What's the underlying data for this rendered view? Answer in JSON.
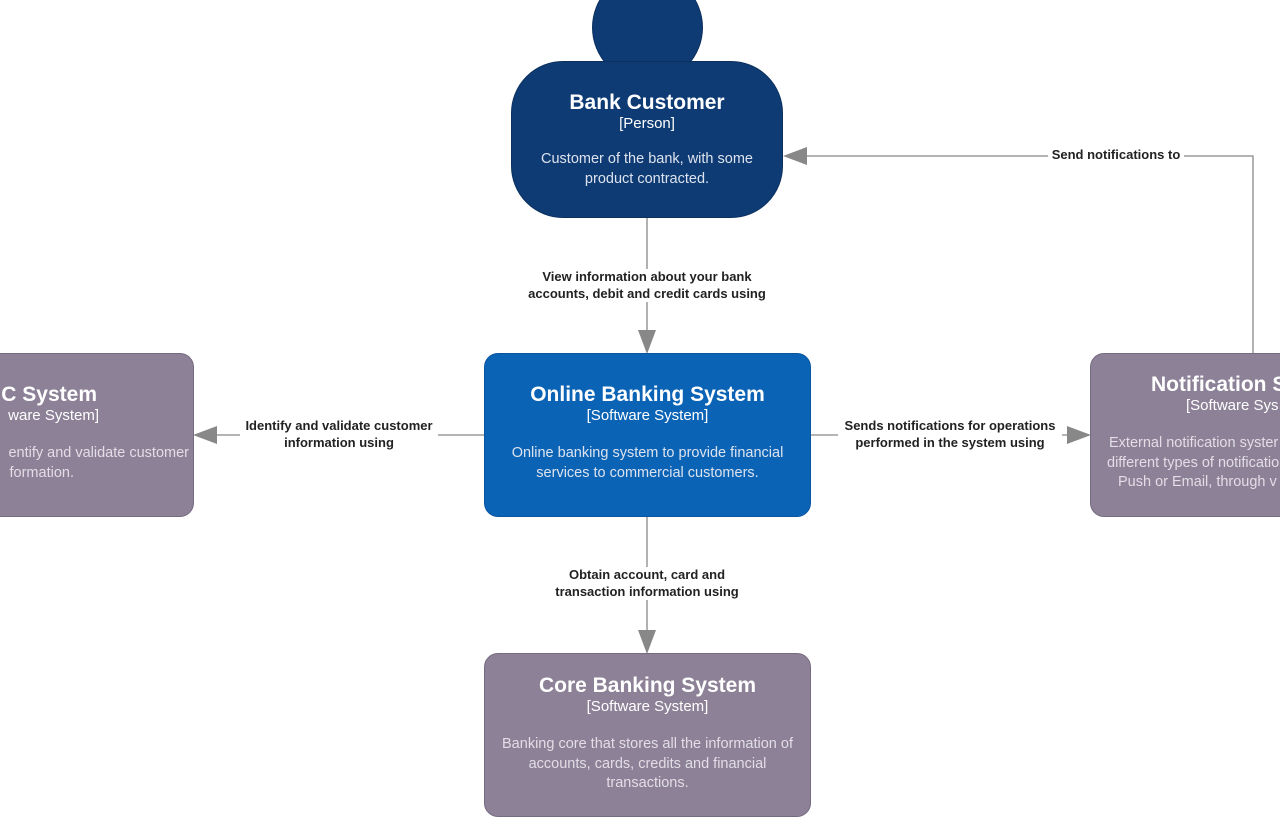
{
  "colors": {
    "person": "#0e3b73",
    "internal_system": "#0b63b5",
    "external_system": "#8c8196",
    "description_text": "#dde3ee",
    "external_description_text": "#e2dde6",
    "edge": "#888888"
  },
  "icons": {
    "person_head": "person-head-circle"
  },
  "nodes": {
    "bank_customer": {
      "title": "Bank Customer",
      "kind": "[Person]",
      "description": "Customer of the bank, with some product contracted."
    },
    "online_banking": {
      "title": "Online Banking System",
      "kind": "[Software System]",
      "description": "Online banking system to provide financial services to commercial customers."
    },
    "core_banking": {
      "title": "Core Banking System",
      "kind": "[Software System]",
      "description": "Banking core that stores all the information of accounts, cards, credits and financial transactions."
    },
    "kyc_system": {
      "title": "C System",
      "kind": "ware System]",
      "description_lines": [
        "entify and validate customer",
        "formation."
      ]
    },
    "notification_system": {
      "title": "Notification S",
      "kind": "[Software Sys",
      "description_lines": [
        "External notification syster",
        "different types of notificatio",
        "Push or Email, through v"
      ]
    }
  },
  "edges": {
    "customer_to_online": {
      "label_lines": [
        "View information about your bank",
        "accounts, debit and credit cards using"
      ]
    },
    "online_to_kyc": {
      "label_lines": [
        "Identify and validate customer",
        "information using"
      ]
    },
    "online_to_notification": {
      "label_lines": [
        "Sends notifications for operations",
        "performed in the system using"
      ]
    },
    "online_to_core": {
      "label_lines": [
        "Obtain account, card and",
        "transaction information using"
      ]
    },
    "notification_to_customer": {
      "label": "Send notifications to"
    }
  }
}
